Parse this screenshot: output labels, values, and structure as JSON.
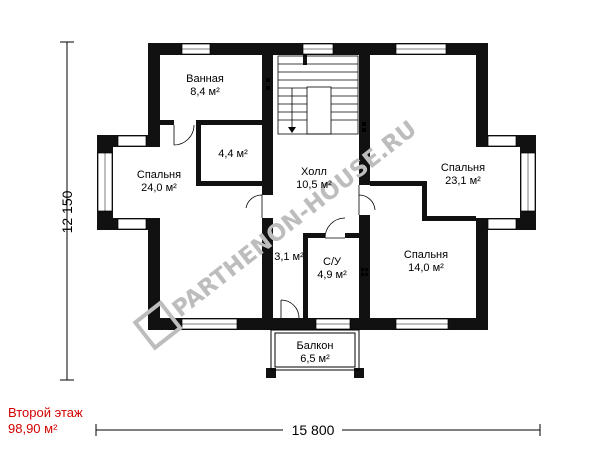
{
  "floor": {
    "name": "Второй этаж",
    "area": "98,90 м²"
  },
  "dimensions": {
    "width": "15 800",
    "height": "12 150"
  },
  "rooms": [
    {
      "id": "bath",
      "name": "Ванная",
      "area": "8,4 м²"
    },
    {
      "id": "closet",
      "name": "",
      "area": "4,4 м²"
    },
    {
      "id": "bedroom-left",
      "name": "Спальня",
      "area": "24,0 м²"
    },
    {
      "id": "hall",
      "name": "Холл",
      "area": "10,5 м²"
    },
    {
      "id": "bedroom-right-top",
      "name": "Спальня",
      "area": "23,1 м²"
    },
    {
      "id": "corridor",
      "name": "",
      "area": "3,1 м²"
    },
    {
      "id": "wc",
      "name": "С/У",
      "area": "4,9 м²"
    },
    {
      "id": "bedroom-right-bottom",
      "name": "Спальня",
      "area": "14,0 м²"
    },
    {
      "id": "balcony",
      "name": "Балкон",
      "area": "6,5 м²"
    }
  ],
  "watermark": "PARTHENON-HOUSE.RU"
}
